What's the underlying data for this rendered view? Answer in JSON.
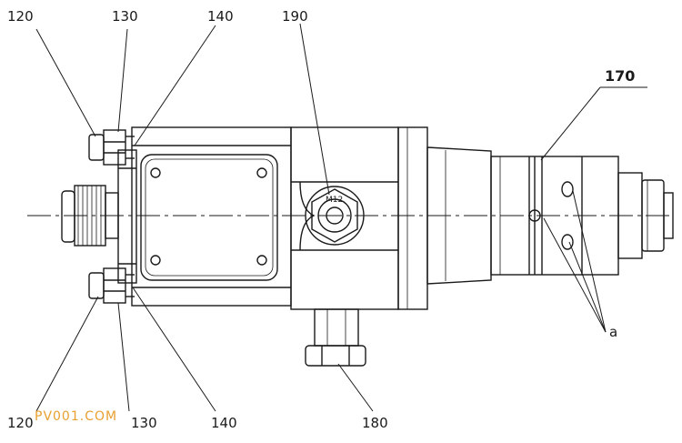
{
  "labels": {
    "l120_top": "120",
    "l130_top": "130",
    "l140_top": "140",
    "l190": "190",
    "l170": "170",
    "la": "a",
    "l120_bot": "120",
    "l130_bot": "130",
    "l140_bot": "140",
    "l180": "180"
  },
  "nut_mark": "M12",
  "watermark": "PV001.COM"
}
